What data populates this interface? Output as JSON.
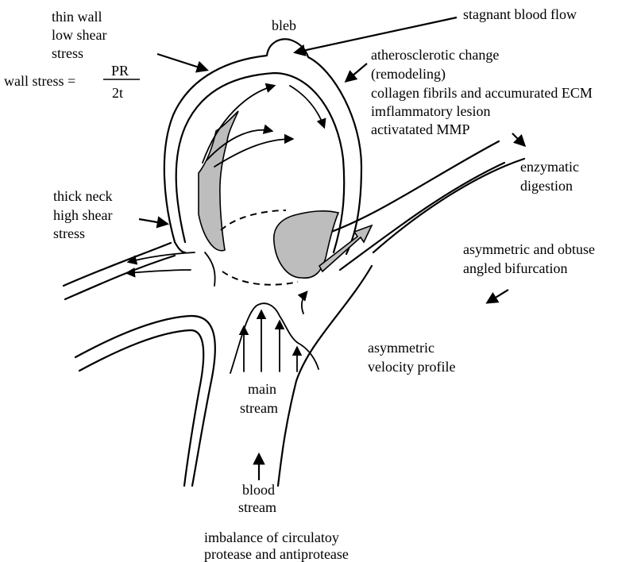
{
  "labels": {
    "thin_wall": "thin wall",
    "low_shear": "low shear",
    "stress_top": "stress",
    "wall_stress": "wall stress =",
    "numerator": "PR",
    "denominator": "2t",
    "bleb": "bleb",
    "stagnant": "stagnant blood flow",
    "athero1": "atherosclerotic change",
    "athero2": "(remodeling)",
    "athero3": "collagen fibrils and accumurated ECM",
    "athero4": "imflammatory lesion",
    "athero5": "activatated MMP",
    "enzymatic1": "enzymatic",
    "enzymatic2": "digestion",
    "thick_neck": "thick neck",
    "high_shear": "high shear",
    "stress_neck": "stress",
    "asym1": "asymmetric and obtuse",
    "asym2": "angled bifurcation",
    "asym_vel1": "asymmetric",
    "asym_vel2": "velocity profile",
    "main1": "main",
    "main2": "stream",
    "blood1": "blood",
    "blood2": "stream",
    "imbalance1": "imbalance of circulatoy",
    "imbalance2": "protease and antiprotease"
  },
  "colors": {
    "line": "#000000",
    "shade": "#bdbdbd",
    "background": "#ffffff"
  }
}
